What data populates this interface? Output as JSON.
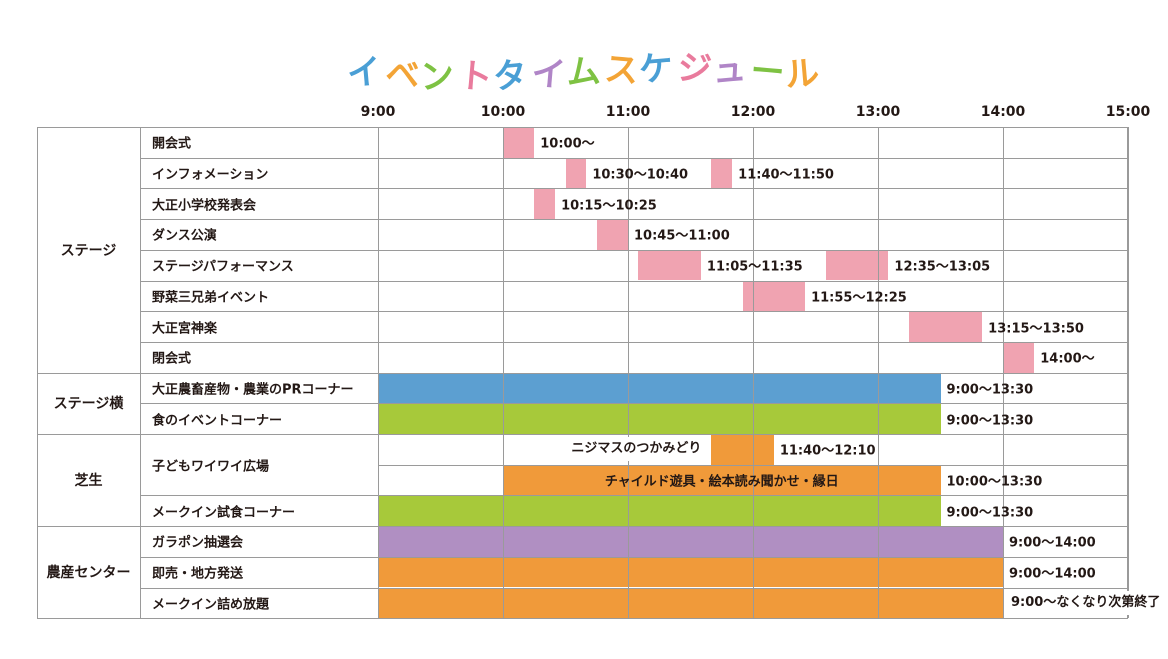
{
  "title": {
    "text": "イベントタイムスケジュール",
    "char_colors": [
      "#4a9fd5",
      "#f3a436",
      "#7ec243",
      "#e97b9d",
      "#4a9fd5",
      "#b085c7",
      "#7ec243",
      "#f3a436",
      "#4a9fd5",
      "#e97b9d",
      "#b085c7",
      "#7ec243",
      "#f3a436"
    ]
  },
  "hours": [
    "9:00",
    "10:00",
    "11:00",
    "12:00",
    "13:00",
    "14:00",
    "15:00"
  ],
  "colors": {
    "pink": "#f0a3b1",
    "blue": "#5c9fd1",
    "green": "#a7c93a",
    "orange": "#f09a3a",
    "purple": "#b08fc2",
    "grid": "#9a9a9a"
  },
  "categories": [
    {
      "id": "stage",
      "label": "ステージ",
      "row_start": 0,
      "row_end": 7
    },
    {
      "id": "stage-side",
      "label": "ステージ横",
      "row_start": 8,
      "row_end": 9
    },
    {
      "id": "lawn",
      "label": "芝生",
      "row_start": 10,
      "row_end": 12
    },
    {
      "id": "center",
      "label": "農産センター",
      "row_start": 13,
      "row_end": 15
    }
  ],
  "rows": [
    {
      "label": "開会式",
      "label_rows": 1,
      "bars": [
        {
          "start": "10:00",
          "end": "10:15",
          "color": "pink",
          "text": "10:00〜"
        }
      ]
    },
    {
      "label": "インフォメーション",
      "label_rows": 1,
      "bars": [
        {
          "start": "10:30",
          "end": "10:40",
          "color": "pink",
          "text": "10:30〜10:40"
        },
        {
          "start": "11:40",
          "end": "11:50",
          "color": "pink",
          "text": "11:40〜11:50"
        }
      ]
    },
    {
      "label": "大正小学校発表会",
      "label_rows": 1,
      "bars": [
        {
          "start": "10:15",
          "end": "10:25",
          "color": "pink",
          "text": "10:15〜10:25"
        }
      ]
    },
    {
      "label": "ダンス公演",
      "label_rows": 1,
      "bars": [
        {
          "start": "10:45",
          "end": "11:00",
          "color": "pink",
          "text": "10:45〜11:00"
        }
      ]
    },
    {
      "label": "ステージパフォーマンス",
      "label_rows": 1,
      "bars": [
        {
          "start": "11:05",
          "end": "11:35",
          "color": "pink",
          "text": "11:05〜11:35"
        },
        {
          "start": "12:35",
          "end": "13:05",
          "color": "pink",
          "text": "12:35〜13:05"
        }
      ]
    },
    {
      "label": "野菜三兄弟イベント",
      "label_rows": 1,
      "bars": [
        {
          "start": "11:55",
          "end": "12:25",
          "color": "pink",
          "text": "11:55〜12:25"
        }
      ]
    },
    {
      "label": "大正宮神楽",
      "label_rows": 1,
      "bars": [
        {
          "start": "13:15",
          "end": "13:50",
          "color": "pink",
          "text": "13:15〜13:50"
        }
      ]
    },
    {
      "label": "閉会式",
      "label_rows": 1,
      "bars": [
        {
          "start": "14:00",
          "end": "14:15",
          "color": "pink",
          "text": "14:00〜"
        }
      ]
    },
    {
      "label": "大正農畜産物・農業のPRコーナー",
      "label_rows": 1,
      "bars": [
        {
          "start": "9:00",
          "end": "13:30",
          "color": "blue",
          "text": "9:00〜13:30"
        }
      ]
    },
    {
      "label": "食のイベントコーナー",
      "label_rows": 1,
      "bars": [
        {
          "start": "9:00",
          "end": "13:30",
          "color": "green",
          "text": "9:00〜13:30"
        }
      ]
    },
    {
      "label": "子どもワイワイ広場",
      "label_rows": 2,
      "bars": [
        {
          "start": "11:40",
          "end": "12:10",
          "color": "orange",
          "text": "11:40〜12:10",
          "before_label": "ニジマスのつかみどり"
        }
      ]
    },
    {
      "label": "",
      "label_rows": 0,
      "bars": [
        {
          "start": "10:00",
          "end": "13:30",
          "color": "orange",
          "text": "10:00〜13:30",
          "inner_label": "チャイルド遊具・絵本読み聞かせ・縁日"
        }
      ]
    },
    {
      "label": "メークイン試食コーナー",
      "label_rows": 1,
      "bars": [
        {
          "start": "9:00",
          "end": "13:30",
          "color": "green",
          "text": "9:00〜13:30"
        }
      ]
    },
    {
      "label": "ガラポン抽選会",
      "label_rows": 1,
      "bars": [
        {
          "start": "9:00",
          "end": "14:00",
          "color": "purple",
          "text": "9:00〜14:00"
        }
      ]
    },
    {
      "label": "即売・地方発送",
      "label_rows": 1,
      "bars": [
        {
          "start": "9:00",
          "end": "14:00",
          "color": "orange",
          "text": "9:00〜14:00"
        }
      ]
    },
    {
      "label": "メークイン詰め放題",
      "label_rows": 1,
      "bars": [
        {
          "start": "9:00",
          "end": "14:00",
          "color": "orange",
          "text": "9:00〜なくなり次第終了",
          "text_inside_box": true
        }
      ]
    }
  ]
}
